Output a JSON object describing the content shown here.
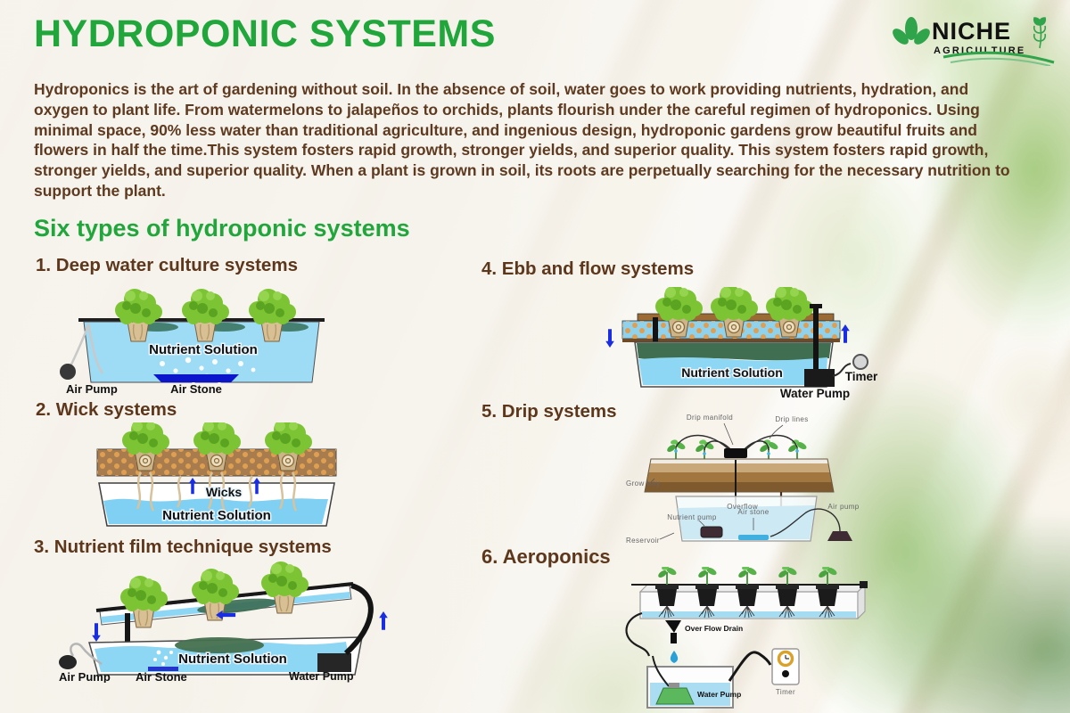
{
  "header": {
    "title": "HYDROPONIC SYSTEMS"
  },
  "logo": {
    "brand": "NICHE",
    "subtitle": "AGRICULTURE"
  },
  "intro": "Hydroponics is the art of gardening without soil.  In the absence of soil, water goes to work providing nutrients, hydration, and oxygen to plant life. From watermelons to jalapeños to orchids, plants flourish under the careful regimen of hydroponics. Using minimal space, 90% less water than traditional agriculture, and ingenious design, hydroponic gardens grow beautiful fruits and flowers in half the time.This system fosters rapid growth, stronger yields, and superior quality. This system fosters rapid growth, stronger yields, and superior quality. When a plant is grown in soil, its roots are perpetually searching for the necessary nutrition to support the plant.",
  "section_heading": "Six types of hydroponic systems",
  "systems": [
    {
      "label": "1. Deep water culture systems",
      "diagram": {
        "nutrient_solution": "Nutrient Solution",
        "air_pump": "Air Pump",
        "air_stone": "Air Stone"
      }
    },
    {
      "label": "2. Wick systems",
      "diagram": {
        "wicks": "Wicks",
        "nutrient_solution": "Nutrient Solution"
      }
    },
    {
      "label": "3. Nutrient film technique systems",
      "diagram": {
        "nutrient_solution": "Nutrient Solution",
        "air_pump": "Air Pump",
        "air_stone": "Air Stone",
        "water_pump": "Water Pump"
      }
    },
    {
      "label": "4. Ebb and flow systems",
      "diagram": {
        "nutrient_solution": "Nutrient Solution",
        "water_pump": "Water Pump",
        "timer": "Timer"
      }
    },
    {
      "label": "5. Drip systems",
      "diagram": {
        "drip_manifold": "Drip manifold",
        "drip_lines": "Drip lines",
        "grow_tray": "Grow tray",
        "overflow": "Overflow",
        "nutrient_pump": "Nutrient pump",
        "air_stone": "Air stone",
        "air_pump": "Air pump",
        "reservoir": "Reservoir"
      }
    },
    {
      "label": "6. Aeroponics",
      "diagram": {
        "overflow_drain": "Over Flow Drain",
        "water_pump": "Water Pump",
        "timer": "Timer"
      }
    }
  ],
  "colors": {
    "accent_green": "#21a63c",
    "text_brown": "#5e3a20",
    "water_blue": "#8ed7f4",
    "airstone_blue": "#0b16cc",
    "arrow_blue": "#1a2de0",
    "soil_brown": "#a87c4c"
  }
}
